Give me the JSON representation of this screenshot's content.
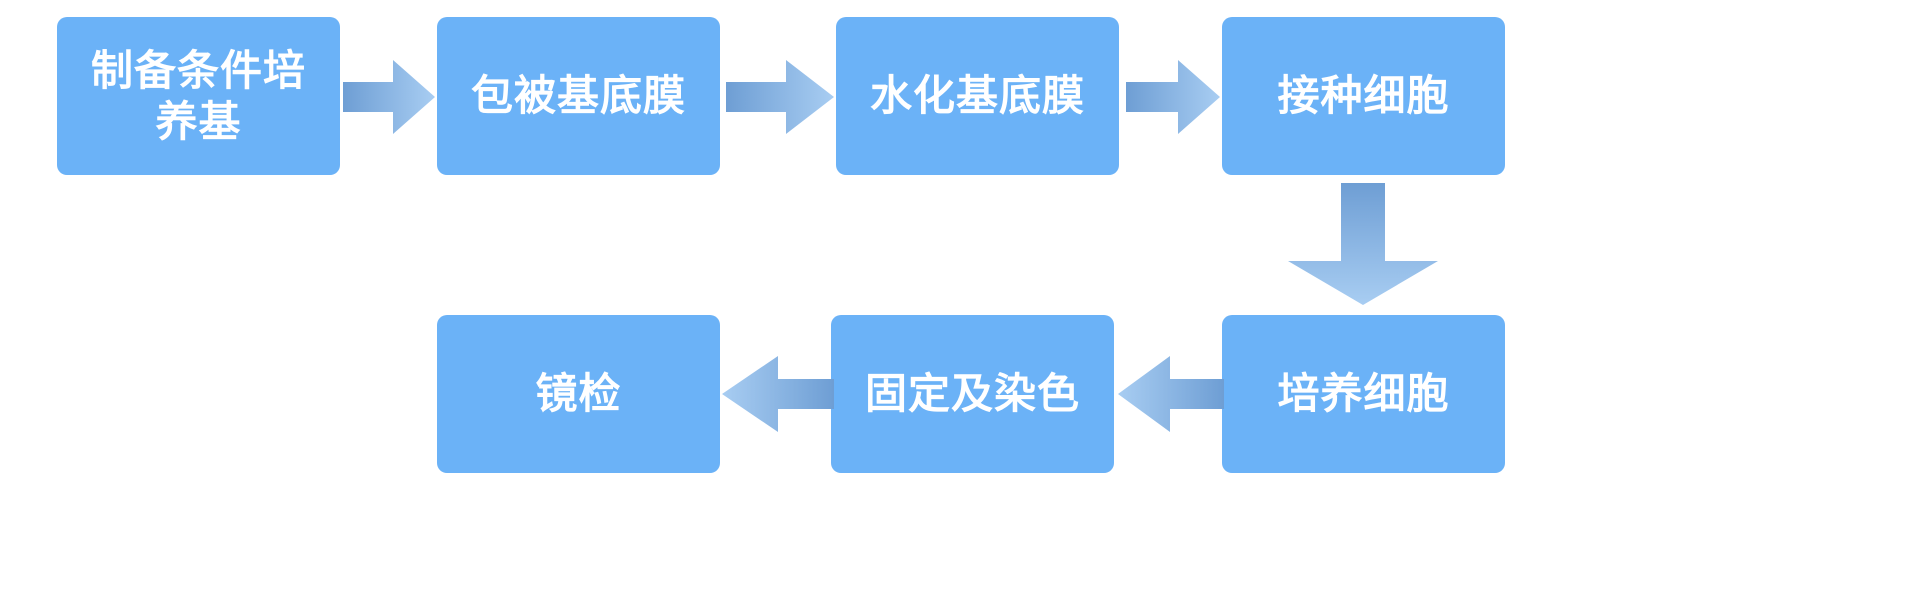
{
  "diagram": {
    "title": "",
    "type": "flowchart",
    "colors": {
      "node_fill": "#6BB2F7",
      "node_text": "#FFFFFF",
      "background": "#FFFFFF",
      "arrow_dark": "#6E9ED4",
      "arrow_light": "#A8CDF2"
    },
    "nodes": [
      {
        "id": "n1",
        "label": "制备条件培\n养基",
        "row": "top",
        "order": 1
      },
      {
        "id": "n2",
        "label": "包被基底膜",
        "row": "top",
        "order": 2
      },
      {
        "id": "n3",
        "label": "水化基底膜",
        "row": "top",
        "order": 3
      },
      {
        "id": "n4",
        "label": "接种细胞",
        "row": "top",
        "order": 4
      },
      {
        "id": "n5",
        "label": "培养细胞",
        "row": "bottom",
        "order": 5
      },
      {
        "id": "n6",
        "label": "固定及染色",
        "row": "bottom",
        "order": 6
      },
      {
        "id": "n7",
        "label": "镜检",
        "row": "bottom",
        "order": 7
      }
    ],
    "arrows": [
      {
        "id": "a1",
        "from": "n1",
        "to": "n2",
        "direction": "right"
      },
      {
        "id": "a2",
        "from": "n2",
        "to": "n3",
        "direction": "right"
      },
      {
        "id": "a3",
        "from": "n3",
        "to": "n4",
        "direction": "right"
      },
      {
        "id": "a4",
        "from": "n4",
        "to": "n5",
        "direction": "down"
      },
      {
        "id": "a5",
        "from": "n5",
        "to": "n6",
        "direction": "left"
      },
      {
        "id": "a6",
        "from": "n6",
        "to": "n7",
        "direction": "left"
      }
    ]
  }
}
